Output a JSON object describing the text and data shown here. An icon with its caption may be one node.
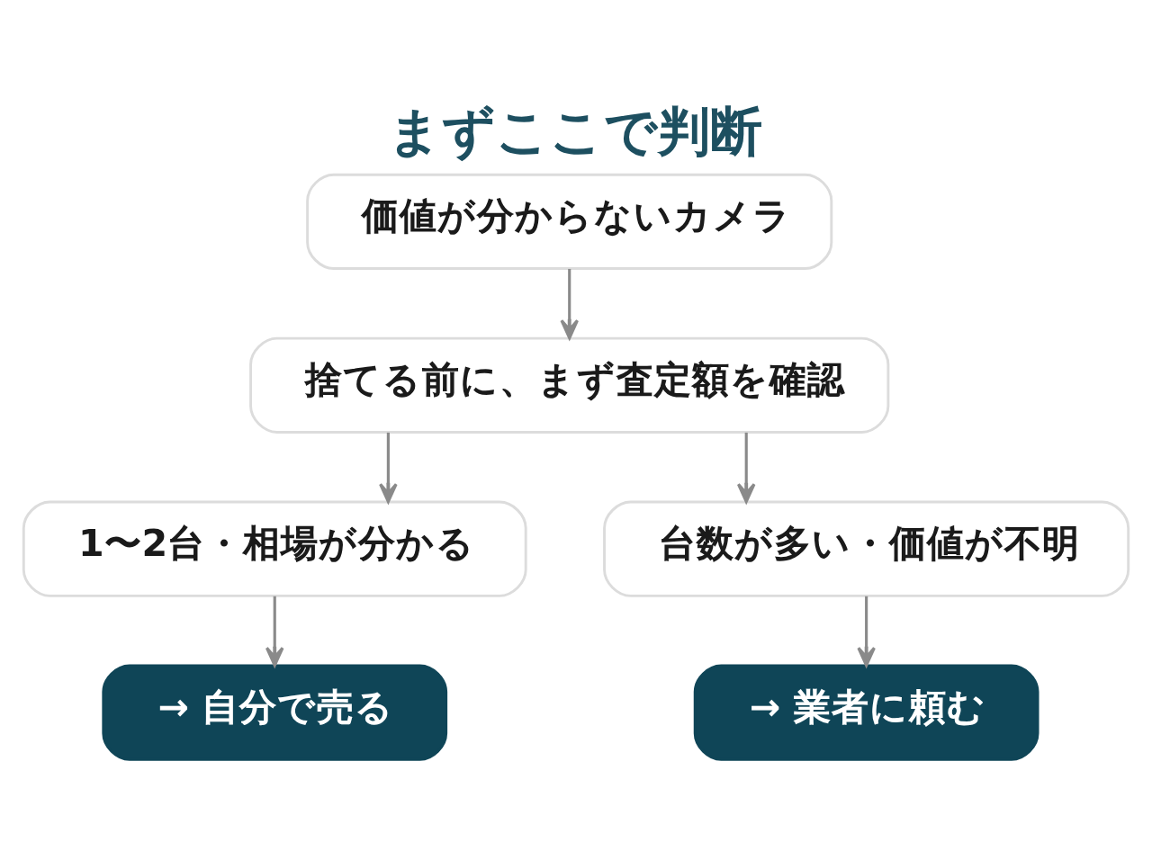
{
  "diagram": {
    "title": "まずここで判断",
    "nodes": [
      {
        "text": [
          "価値が分からないカメラ"
        ]
      },
      {
        "text": [
          "捨てる前に、まず査定額を確認"
        ]
      },
      {
        "text": [
          "1〜2台・相場が分かる"
        ]
      },
      {
        "text": [
          "台数が多い・価値が不明"
        ]
      },
      {
        "text": [
          "→ 自分で売る"
        ]
      },
      {
        "text": [
          "→ 業者に頼む"
        ]
      }
    ],
    "edges": [
      {
        "from": 0,
        "to": 1,
        "arrow": "to"
      },
      {
        "from": 1,
        "to": 2,
        "arrow": "to"
      },
      {
        "from": 1,
        "to": 3,
        "arrow": "to"
      },
      {
        "from": 2,
        "to": 4,
        "arrow": "to"
      },
      {
        "from": 3,
        "to": 5,
        "arrow": "to"
      }
    ]
  }
}
